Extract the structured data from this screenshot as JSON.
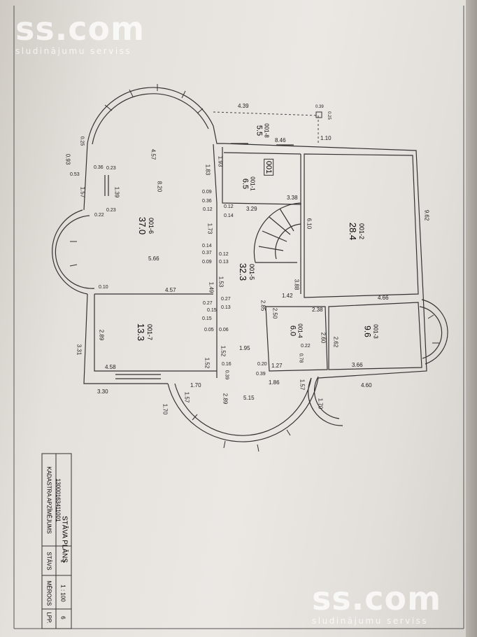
{
  "watermark": {
    "brand": "ss.com",
    "tagline": "sludinājumu serviss"
  },
  "title_block": {
    "title": "STĀVA PLĀNS",
    "cadastre_label": "KADASTRA APZĪMĒJUMS",
    "cadastre_value": "13000163411001",
    "floor_label": "STĀVS",
    "floor_value": "1",
    "scale_label": "MĒROGS",
    "scale_value": "1 : 100",
    "page_label": "LPP.",
    "page_value": "6"
  },
  "plan_label": "001",
  "rooms": [
    {
      "id": "001-6",
      "area": "37.0"
    },
    {
      "id": "001-7",
      "area": "13.3"
    },
    {
      "id": "001-8",
      "area": "5.5"
    },
    {
      "id": "001-1",
      "area": "6.5"
    },
    {
      "id": "001-2",
      "area": "28.4"
    },
    {
      "id": "001-5",
      "area": "32.3"
    },
    {
      "id": "001-4",
      "area": "6.0"
    },
    {
      "id": "001-3",
      "area": "9.6"
    }
  ],
  "dimensions": [
    "4.39",
    "0.39",
    "0.25",
    "1.10",
    "8.46",
    "0.25",
    "0.93",
    "0.53",
    "0.36",
    "0.23",
    "1.57",
    "1.39",
    "0.23",
    "0.22",
    "4.57",
    "8.20",
    "1.83",
    "0.09",
    "0.36",
    "0.12",
    "1.93",
    "0.12",
    "0.14",
    "3.29",
    "3.38",
    "6.10",
    "9.62",
    "1.73",
    "0.14",
    "0.37",
    "0.09",
    "0.12",
    "0.13",
    "5.66",
    "1.53",
    "0.10",
    "4.57",
    "1.49",
    "0.27",
    "0.27",
    "0.13",
    "0.15",
    "0.15",
    "3.88",
    "1.42",
    "2.85",
    "2.50",
    "2.38",
    "4.66",
    "2.89",
    "0.05",
    "0.06",
    "1.95",
    "2.60",
    "2.62",
    "3.31",
    "1.52",
    "0.22",
    "0.78",
    "4.58",
    "1.52",
    "0.16",
    "0.20",
    "1.27",
    "0.39",
    "3.66",
    "0.39",
    "3.30",
    "1.70",
    "1.86",
    "1.57",
    "4.60",
    "1.57",
    "2.89",
    "5.15",
    "1.70",
    "1.70"
  ]
}
